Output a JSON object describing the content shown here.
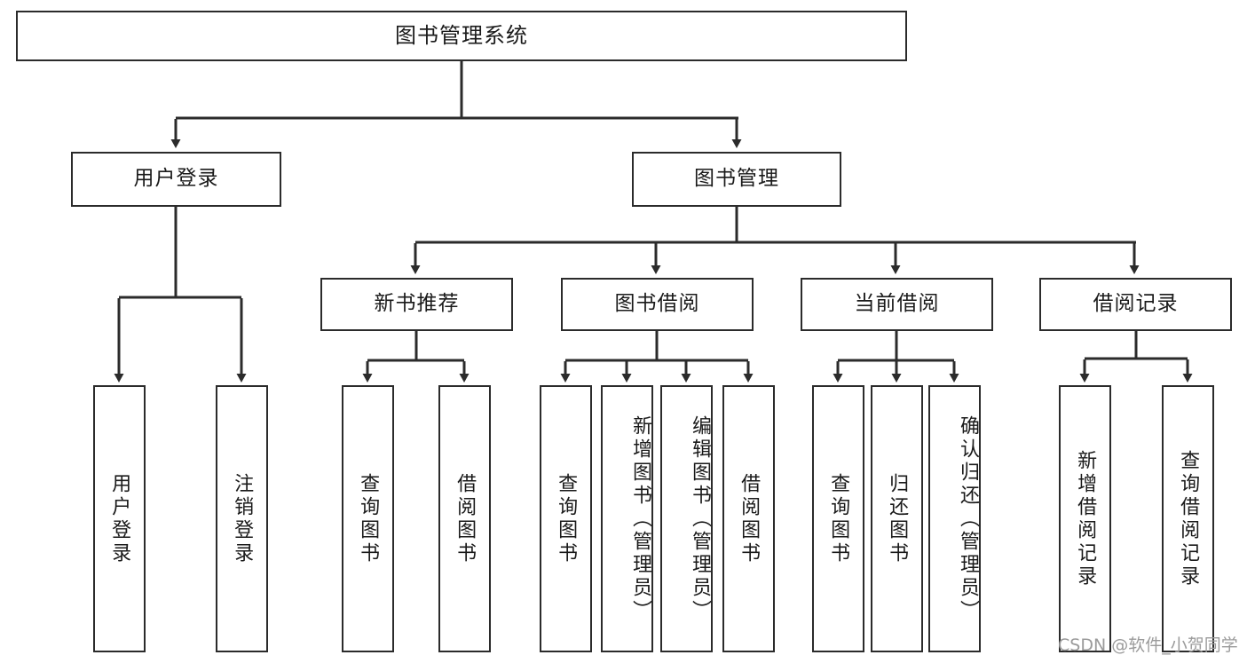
{
  "diagram": {
    "type": "tree-hierarchy",
    "orientation": "top-down",
    "root": {
      "id": "root",
      "label": "图书管理系统"
    },
    "level2": [
      {
        "id": "user-login",
        "label": "用户登录"
      },
      {
        "id": "book-manage",
        "label": "图书管理"
      }
    ],
    "level3": [
      {
        "id": "new-book-rec",
        "label": "新书推荐",
        "parent": "book-manage"
      },
      {
        "id": "book-borrow",
        "label": "图书借阅",
        "parent": "book-manage"
      },
      {
        "id": "current-borrow",
        "label": "当前借阅",
        "parent": "book-manage"
      },
      {
        "id": "borrow-record",
        "label": "借阅记录",
        "parent": "book-manage"
      }
    ],
    "leaves": {
      "user-login": [
        {
          "id": "leaf-user-login",
          "label": "用户登录"
        },
        {
          "id": "leaf-logout",
          "label": "注销登录"
        }
      ],
      "new-book-rec": [
        {
          "id": "leaf-query-book-1",
          "label": "查询图书"
        },
        {
          "id": "leaf-borrow-book-1",
          "label": "借阅图书"
        }
      ],
      "book-borrow": [
        {
          "id": "leaf-query-book-2",
          "label": "查询图书"
        },
        {
          "id": "leaf-add-book",
          "label": "新增图书（管理员）"
        },
        {
          "id": "leaf-edit-book",
          "label": "编辑图书（管理员）"
        },
        {
          "id": "leaf-borrow-book-2",
          "label": "借阅图书"
        }
      ],
      "current-borrow": [
        {
          "id": "leaf-query-book-3",
          "label": "查询图书"
        },
        {
          "id": "leaf-return-book",
          "label": "归还图书"
        },
        {
          "id": "leaf-confirm-return",
          "label": "确认归还（管理员）"
        }
      ],
      "borrow-record": [
        {
          "id": "leaf-add-record",
          "label": "新增借阅记录"
        },
        {
          "id": "leaf-query-record",
          "label": "查询借阅记录"
        }
      ]
    }
  },
  "watermark": {
    "text": "CSDN @软件_小贺同学"
  },
  "colors": {
    "stroke": "#2b2b2b",
    "background": "#ffffff",
    "text": "#1a1a1a",
    "watermark": "#9b9b9b"
  }
}
